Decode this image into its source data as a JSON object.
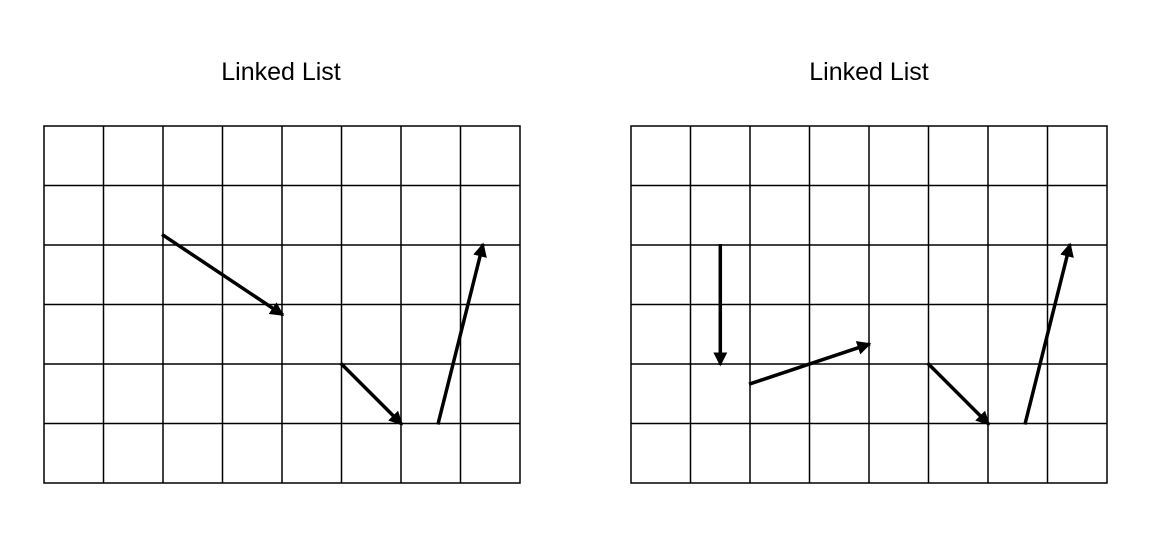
{
  "colors": {
    "background": "#ffffff",
    "grid_line": "#000000",
    "node": "#52ad5f",
    "inserted_node": "#eafa50",
    "arrow": "#000000"
  },
  "grid": {
    "rows": 6,
    "cols": 8
  },
  "panels": [
    {
      "title": "Linked List",
      "nodes": [
        {
          "row": 1,
          "col": 1,
          "kind": "node"
        },
        {
          "row": 3,
          "col": 4,
          "kind": "node"
        },
        {
          "row": 5,
          "col": 6,
          "kind": "node"
        },
        {
          "row": 1,
          "col": 7,
          "kind": "node"
        }
      ],
      "links": [
        [
          0,
          1
        ],
        [
          1,
          2
        ],
        [
          2,
          3
        ]
      ]
    },
    {
      "title": "Linked List",
      "nodes": [
        {
          "row": 1,
          "col": 1,
          "kind": "node"
        },
        {
          "row": 4,
          "col": 1,
          "kind": "inserted"
        },
        {
          "row": 3,
          "col": 4,
          "kind": "node"
        },
        {
          "row": 5,
          "col": 6,
          "kind": "node"
        },
        {
          "row": 1,
          "col": 7,
          "kind": "node"
        }
      ],
      "links": [
        [
          0,
          1
        ],
        [
          1,
          2
        ],
        [
          2,
          3
        ],
        [
          3,
          4
        ]
      ]
    }
  ]
}
